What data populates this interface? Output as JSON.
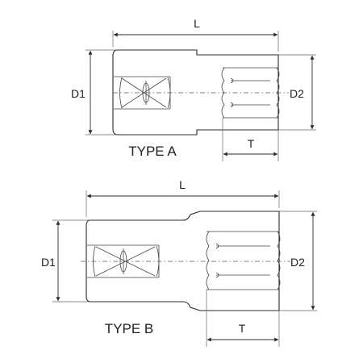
{
  "type_a": {
    "label": "TYPE A",
    "length_label": "L",
    "drive_dia_label": "D1",
    "socket_dia_label": "D2",
    "depth_label": "T"
  },
  "type_b": {
    "label": "TYPE B",
    "length_label": "L",
    "drive_dia_label": "D1",
    "socket_dia_label": "D2",
    "depth_label": "T"
  }
}
